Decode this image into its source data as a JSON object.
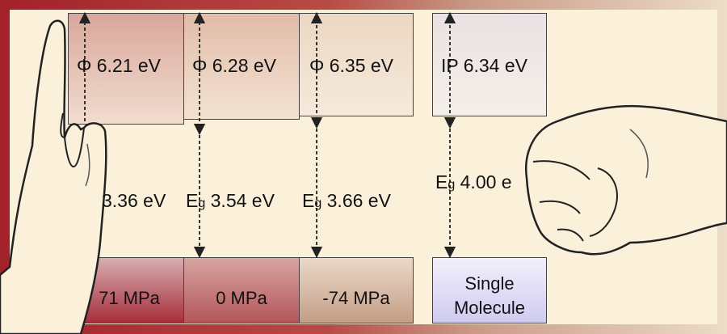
{
  "columns": [
    {
      "phi": "Φ 6.21 eV",
      "gap_number": "3.36 eV",
      "gap_prefix": "",
      "gap_sub": "",
      "pressure": "71 MPa"
    },
    {
      "phi": "Φ 6.28 eV",
      "gap_prefix": "E",
      "gap_sub": "g",
      "gap_number": " 3.54 eV",
      "pressure": "0 MPa"
    },
    {
      "phi": "Φ 6.35 eV",
      "gap_prefix": "E",
      "gap_sub": "g",
      "gap_number": " 3.66 eV",
      "pressure": "-74 MPa"
    }
  ],
  "single": {
    "ip": "IP 6.34 eV",
    "gap_prefix": "E",
    "gap_sub": "g",
    "gap_number": " 4.00 e",
    "label_line1": "Single",
    "label_line2": "Molecule"
  },
  "colors": {
    "frame": "#a3212a",
    "background": "#fbf1da",
    "top_box": "#e8c9bc",
    "bottom_box_red": "#b84650",
    "single_box": "#e6e3f5"
  }
}
